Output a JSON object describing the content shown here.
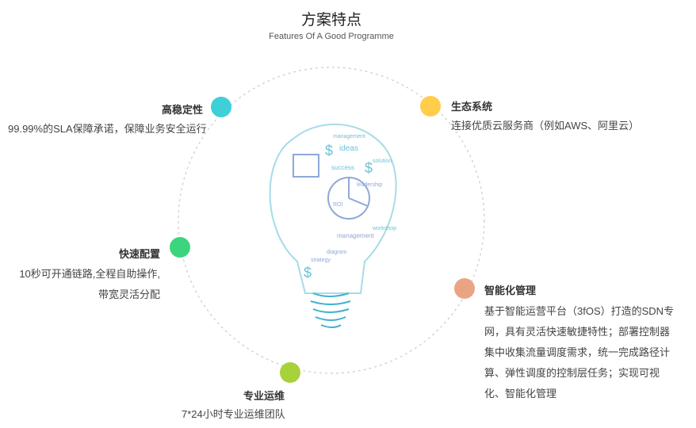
{
  "header": {
    "title": "方案特点",
    "subtitle": "Features Of  A Good Programme"
  },
  "features": [
    {
      "title": "高稳定性",
      "desc": "99.99%的SLA保障承诺，保障业务安全运行",
      "color": "#3ecfd8"
    },
    {
      "title": "生态系统",
      "desc": "连接优质云服务商（例如AWS、阿里云）",
      "color": "#ffcd4a"
    },
    {
      "title": "快速配置",
      "desc_lines": [
        "10秒可开通链路,全程自助操作,",
        "带宽灵活分配"
      ],
      "color": "#3dd47e"
    },
    {
      "title": "智能化管理",
      "desc_lines": [
        "基于智能运营平台（3fOS）打造的SDN专",
        "网，具有灵活快速敏捷特性；部署控制器",
        "集中收集流量调度需求，统一完成路径计",
        "算、弹性调度的控制层任务；实现可视",
        "化、智能化管理"
      ],
      "color": "#e9a583"
    },
    {
      "title": "专业运维",
      "desc": "7*24小时专业运维团队",
      "color": "#a8d23a"
    }
  ],
  "bulb": {
    "words": [
      "management",
      "ideas",
      "success",
      "solution",
      "strategy",
      "diagram",
      "leadership",
      "ROI",
      "workshop"
    ]
  }
}
